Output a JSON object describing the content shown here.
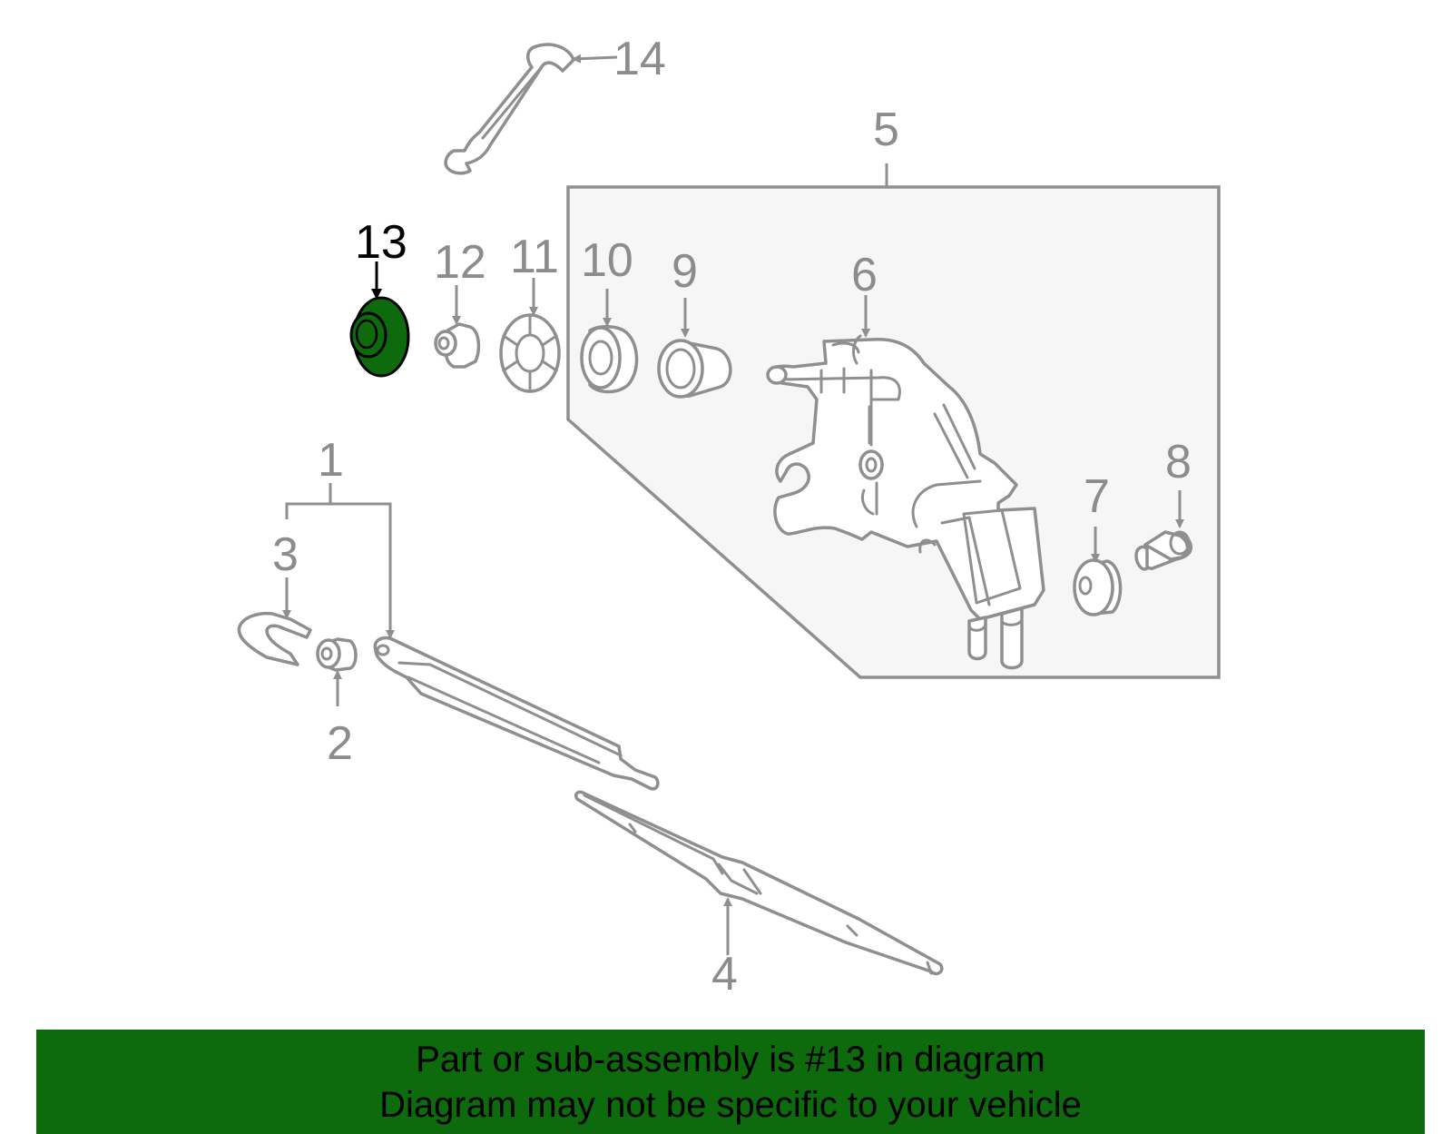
{
  "colors": {
    "highlight": "#0d6a0d",
    "line": "#8f8f8f",
    "label": "#8c8c8c",
    "assembly_box_fill": "#f6f6f6"
  },
  "highlighted_part": "13",
  "callouts": {
    "p1": "1",
    "p2": "2",
    "p3": "3",
    "p4": "4",
    "p5": "5",
    "p6": "6",
    "p7": "7",
    "p8": "8",
    "p9": "9",
    "p10": "10",
    "p11": "11",
    "p12": "12",
    "p13": "13",
    "p14": "14"
  },
  "banner": {
    "line1": "Part or sub-assembly is #13 in diagram",
    "line2": "Diagram may not be specific to your vehicle"
  }
}
